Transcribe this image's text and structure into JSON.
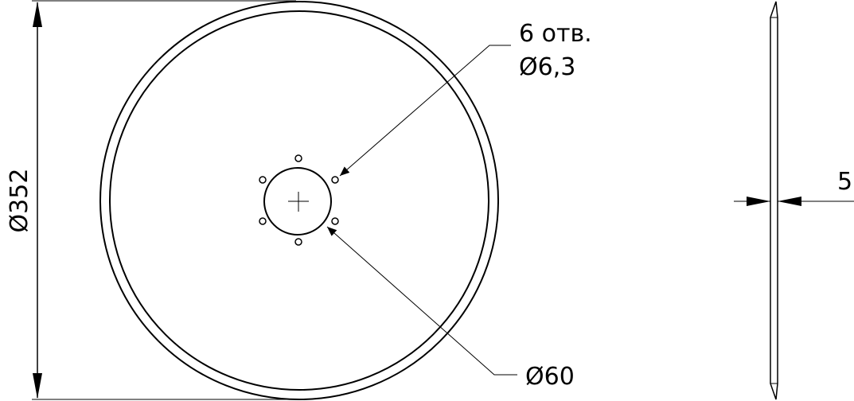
{
  "drawing": {
    "outer_diameter_label": "Ø352",
    "holes_count_label": "6 отв.",
    "holes_diameter_label": "Ø6,3",
    "center_hole_label": "Ø60",
    "thickness_label": "5",
    "line_color": "#000000",
    "background_color": "#ffffff"
  }
}
